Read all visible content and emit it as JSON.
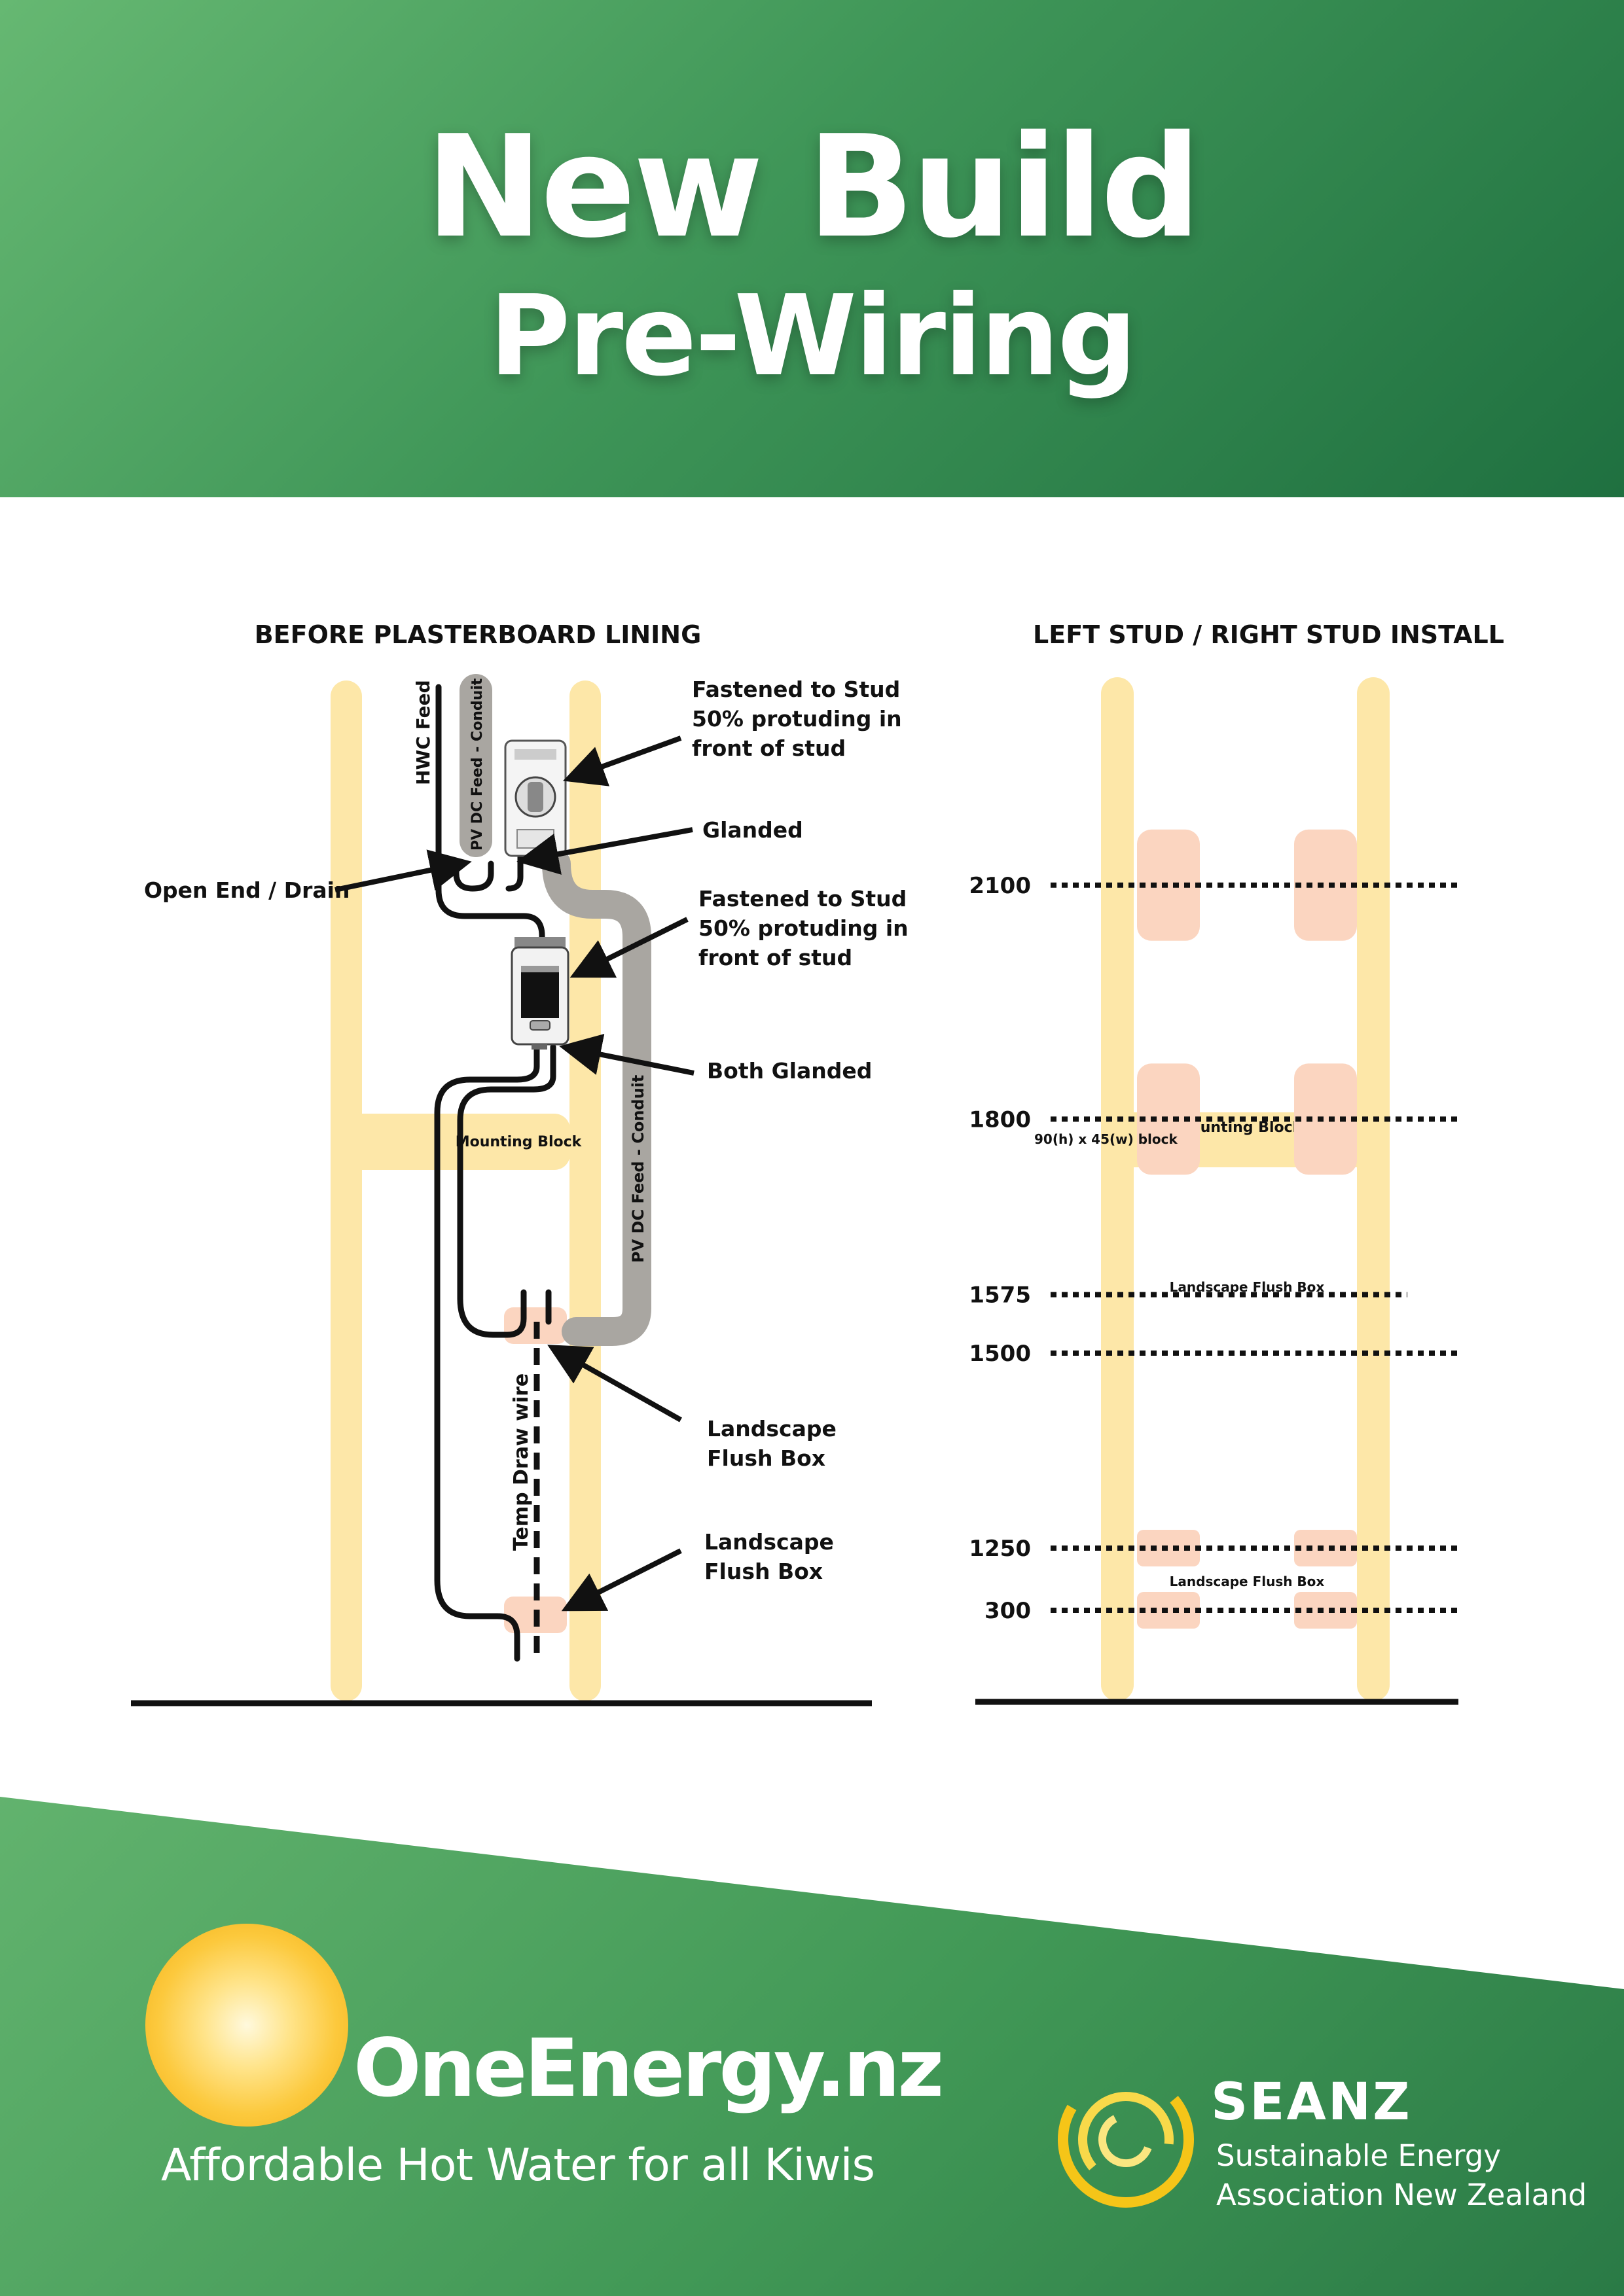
{
  "header": {
    "title_line1": "New Build",
    "title_line2": "Pre-Wiring"
  },
  "left_diagram": {
    "heading": "BEFORE PLASTERBOARD LINING",
    "labels": {
      "hwc_feed": "HWC Feed",
      "pv_conduit_top": "PV DC Feed - Conduit",
      "pv_conduit_side": "PV DC Feed - Conduit",
      "fastened_1": [
        "Fastened to Stud",
        "50% protuding in",
        "front of stud"
      ],
      "glanded": "Glanded",
      "open_end": "Open End / Drain",
      "fastened_2": [
        "Fastened to Stud",
        "50% protuding in",
        "front of stud"
      ],
      "both_glanded": "Both Glanded",
      "mounting_block": "Mounting Block",
      "temp_draw": "Temp Draw wire",
      "flush_box_1": [
        "Landscape",
        "Flush Box"
      ],
      "flush_box_2": [
        "Landscape",
        "Flush Box"
      ]
    }
  },
  "right_diagram": {
    "heading": "LEFT STUD / RIGHT STUD INSTALL",
    "heights": [
      {
        "value": "2100",
        "mm": 2100
      },
      {
        "value": "1800",
        "mm": 1800
      },
      {
        "value": "1575",
        "mm": 1575
      },
      {
        "value": "1500",
        "mm": 1500
      },
      {
        "value": "1250",
        "mm": 1250
      },
      {
        "value": "300",
        "mm": 300
      }
    ],
    "block_size": "90(h) x 45(w) block",
    "mounting_block": "Mounting Block",
    "flush_box_label_1": "Landscape Flush Box",
    "flush_box_label_2": "Landscape Flush Box"
  },
  "footer": {
    "brand": "OneEnergy.nz",
    "tagline": "Affordable Hot Water for all Kiwis",
    "partner_name": "SEANZ",
    "partner_line1": "Sustainable Energy",
    "partner_line2": "Association New Zealand"
  },
  "colors": {
    "green_dark": "#1f7040",
    "green_light": "#66b872",
    "stud": "#fde7a8",
    "flush_box": "#fbd5c0",
    "conduit": "#a9a6a1",
    "sun": "#f6b81e"
  },
  "icons": [
    "isolator-switch-icon",
    "rcd-box-icon",
    "sun-logo-icon",
    "seanz-swirl-icon"
  ]
}
